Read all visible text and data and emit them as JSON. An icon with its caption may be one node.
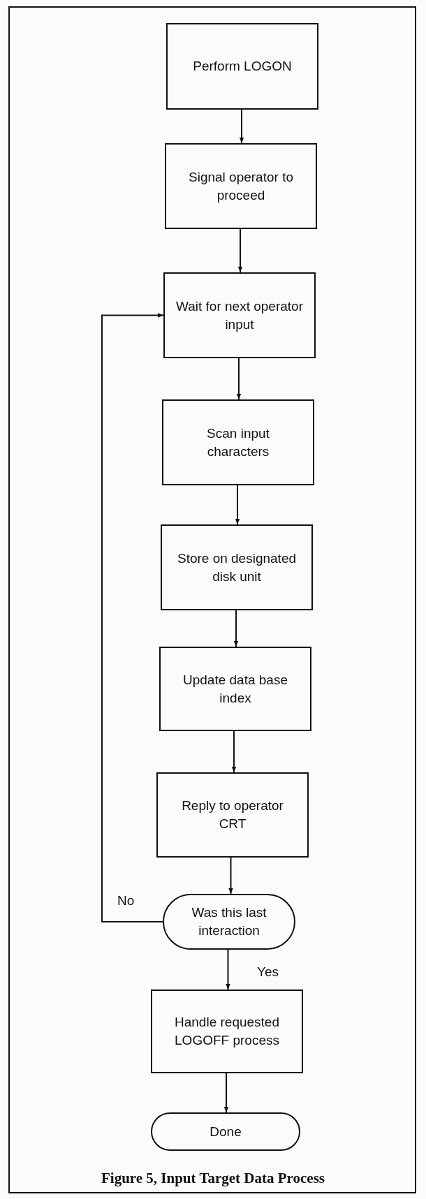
{
  "diagram": {
    "caption": "Figure 5, Input Target Data Process",
    "nodes": [
      {
        "text": [
          "Perform LOGON"
        ]
      },
      {
        "text": [
          "Signal operator to proceed"
        ]
      },
      {
        "text": [
          "Wait for next operator input"
        ]
      },
      {
        "text": [
          "Scan input characters"
        ]
      },
      {
        "text": [
          "Store on designated disk unit"
        ]
      },
      {
        "text": [
          "Update data base index"
        ]
      },
      {
        "text": [
          "Reply to operator CRT"
        ]
      },
      {
        "text": [
          "Was this last interaction"
        ]
      },
      {
        "text": [
          "Handle requested LOGOFF process"
        ]
      },
      {
        "text": [
          "Done"
        ]
      }
    ],
    "edges": [
      {
        "from": 0,
        "to": 1,
        "arrow": "to"
      },
      {
        "from": 1,
        "to": 2,
        "arrow": "to"
      },
      {
        "from": 2,
        "to": 3,
        "arrow": "to"
      },
      {
        "from": 3,
        "to": 4,
        "arrow": "to"
      },
      {
        "from": 4,
        "to": 5,
        "arrow": "to"
      },
      {
        "from": 5,
        "to": 6,
        "arrow": "to"
      },
      {
        "from": 6,
        "to": 7,
        "arrow": "to"
      },
      {
        "from": 7,
        "to": 2,
        "arrow": "to",
        "label": "No"
      },
      {
        "from": 7,
        "to": 8,
        "arrow": "to",
        "label": "Yes"
      },
      {
        "from": 8,
        "to": 9,
        "arrow": "to"
      }
    ]
  }
}
